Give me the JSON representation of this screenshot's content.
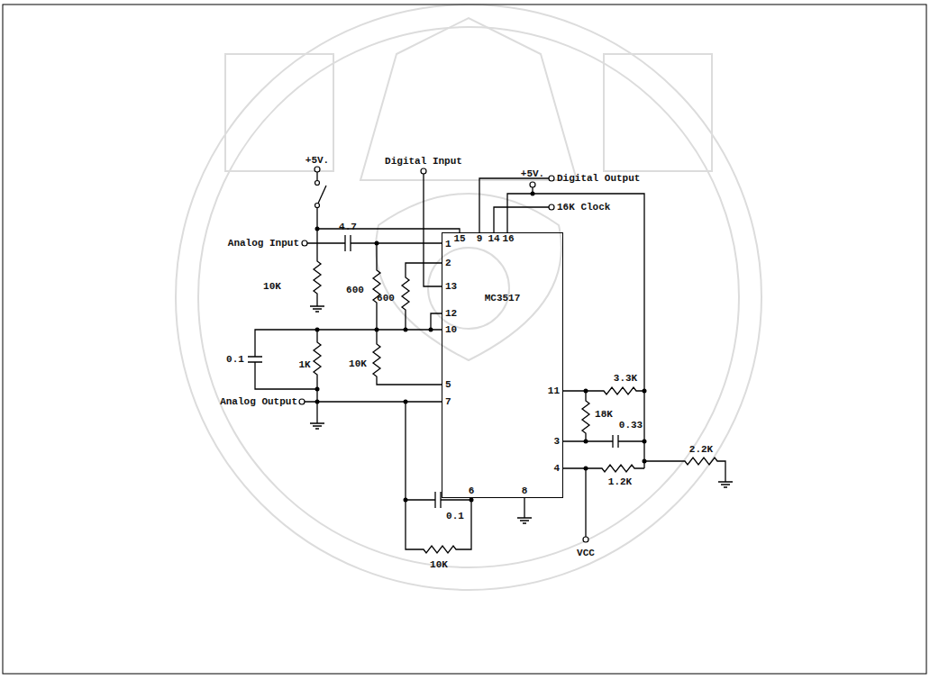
{
  "diagram": {
    "nodes": [
      {
        "text": [
          "MC3517"
        ]
      }
    ],
    "labels": [
      "+5V.",
      "10K",
      "Digital Input",
      "Digital Output",
      "16K Clock",
      "+5V.",
      "Analog Input",
      "4.7",
      "600",
      "600",
      "0.1",
      "1K",
      "10K",
      "Analog Output",
      "15",
      "9",
      "14",
      "16",
      "1",
      "2",
      "13",
      "12",
      "10",
      "5",
      "7",
      "11",
      "3",
      "4",
      "6",
      "8",
      "3.3K",
      "18K",
      "0.33",
      "2.2K",
      "1.2K",
      "0.1",
      "10K",
      "VCC"
    ]
  }
}
